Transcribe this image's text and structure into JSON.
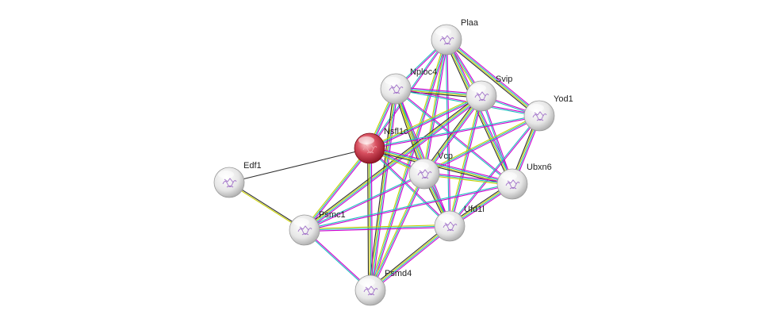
{
  "network": {
    "nodes": [
      {
        "id": "plaa",
        "label": "Plaa",
        "highlight": false
      },
      {
        "id": "nploc4",
        "label": "Nploc4",
        "highlight": false
      },
      {
        "id": "svip",
        "label": "Svip",
        "highlight": false
      },
      {
        "id": "yod1",
        "label": "Yod1",
        "highlight": false
      },
      {
        "id": "nsfl1c",
        "label": "Nsfl1c",
        "highlight": true
      },
      {
        "id": "vcp",
        "label": "Vcp",
        "highlight": false
      },
      {
        "id": "ubxn6",
        "label": "Ubxn6",
        "highlight": false
      },
      {
        "id": "edf1",
        "label": "Edf1",
        "highlight": false
      },
      {
        "id": "ufd1l",
        "label": "Ufd1l",
        "highlight": false
      },
      {
        "id": "psmc1",
        "label": "Psmc1",
        "highlight": false
      },
      {
        "id": "psmd4",
        "label": "Psmd4",
        "highlight": false
      }
    ],
    "edges": [
      [
        "plaa",
        "nploc4"
      ],
      [
        "plaa",
        "svip"
      ],
      [
        "plaa",
        "yod1"
      ],
      [
        "plaa",
        "nsfl1c"
      ],
      [
        "plaa",
        "vcp"
      ],
      [
        "plaa",
        "ubxn6"
      ],
      [
        "plaa",
        "ufd1l"
      ],
      [
        "plaa",
        "psmd4"
      ],
      [
        "nploc4",
        "svip"
      ],
      [
        "nploc4",
        "yod1"
      ],
      [
        "nploc4",
        "nsfl1c"
      ],
      [
        "nploc4",
        "vcp"
      ],
      [
        "nploc4",
        "ubxn6"
      ],
      [
        "nploc4",
        "ufd1l"
      ],
      [
        "nploc4",
        "psmd4"
      ],
      [
        "svip",
        "yod1"
      ],
      [
        "svip",
        "nsfl1c"
      ],
      [
        "svip",
        "vcp"
      ],
      [
        "svip",
        "ubxn6"
      ],
      [
        "svip",
        "ufd1l"
      ],
      [
        "svip",
        "psmc1"
      ],
      [
        "yod1",
        "nsfl1c"
      ],
      [
        "yod1",
        "vcp"
      ],
      [
        "yod1",
        "ubxn6"
      ],
      [
        "yod1",
        "ufd1l"
      ],
      [
        "nsfl1c",
        "vcp"
      ],
      [
        "nsfl1c",
        "ubxn6"
      ],
      [
        "nsfl1c",
        "ufd1l"
      ],
      [
        "nsfl1c",
        "psmc1"
      ],
      [
        "nsfl1c",
        "psmd4"
      ],
      [
        "nsfl1c",
        "edf1"
      ],
      [
        "vcp",
        "ubxn6"
      ],
      [
        "vcp",
        "ufd1l"
      ],
      [
        "vcp",
        "psmc1"
      ],
      [
        "vcp",
        "psmd4"
      ],
      [
        "ubxn6",
        "ufd1l"
      ],
      [
        "ubxn6",
        "psmc1"
      ],
      [
        "ufd1l",
        "psmc1"
      ],
      [
        "ufd1l",
        "psmd4"
      ],
      [
        "psmc1",
        "psmd4"
      ],
      [
        "psmc1",
        "edf1"
      ]
    ],
    "edge_colors": [
      "#d000d0",
      "#20c0c0",
      "#c8d000",
      "#303030",
      "#3040d0"
    ],
    "node_fill": "#e8e8e8",
    "highlight_fill": "#c01828"
  }
}
